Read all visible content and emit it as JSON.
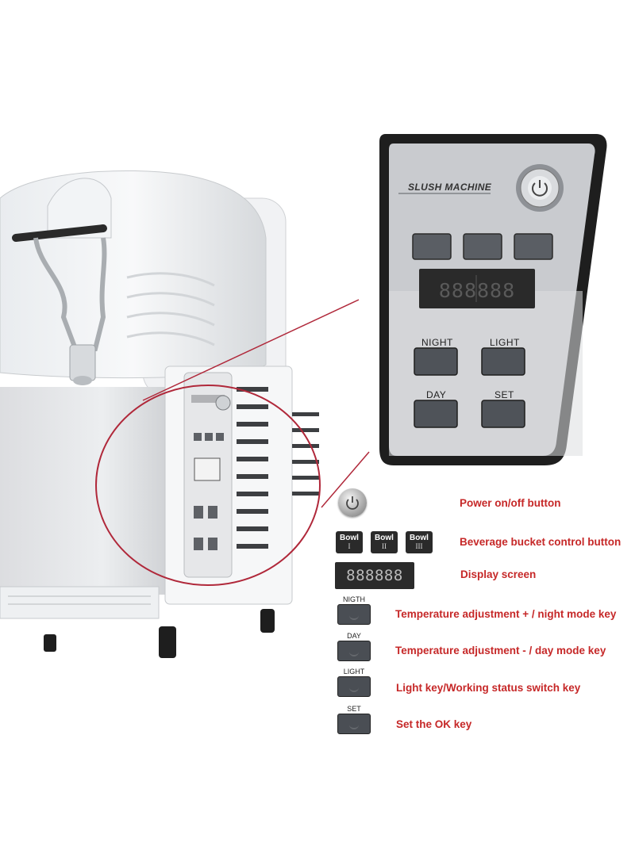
{
  "panel": {
    "brand": "SLUSH MACHINE",
    "display": "888888",
    "keys": {
      "night": "NIGHT",
      "light": "LIGHT",
      "day": "DAY",
      "set": "SET"
    }
  },
  "legend": {
    "items": [
      {
        "icon": "power-icon",
        "text": "Power on/off button"
      },
      {
        "icon": "bowl-buttons",
        "text": "Beverage bucket control button"
      },
      {
        "icon": "display-screen",
        "text": "Display screen"
      },
      {
        "icon": "night-key",
        "text": "Temperature adjustment + / night mode key"
      },
      {
        "icon": "day-key",
        "text": "Temperature adjustment - / day mode key"
      },
      {
        "icon": "light-key",
        "text": "Light key/Working status switch key"
      },
      {
        "icon": "set-key",
        "text": "Set the OK key"
      }
    ],
    "bowls": [
      {
        "word": "Bowl",
        "numeral": "I"
      },
      {
        "word": "Bowl",
        "numeral": "II"
      },
      {
        "word": "Bowl",
        "numeral": "III"
      }
    ],
    "display": "888888",
    "key_labels": {
      "night": "NIGTH",
      "day": "DAY",
      "light": "LIGHT",
      "set": "SET"
    }
  },
  "colors": {
    "legend_text": "#c62828",
    "callout": "#b0283a",
    "panel_face": "#c9cbcf",
    "panel_frame": "#1e1e1e"
  }
}
